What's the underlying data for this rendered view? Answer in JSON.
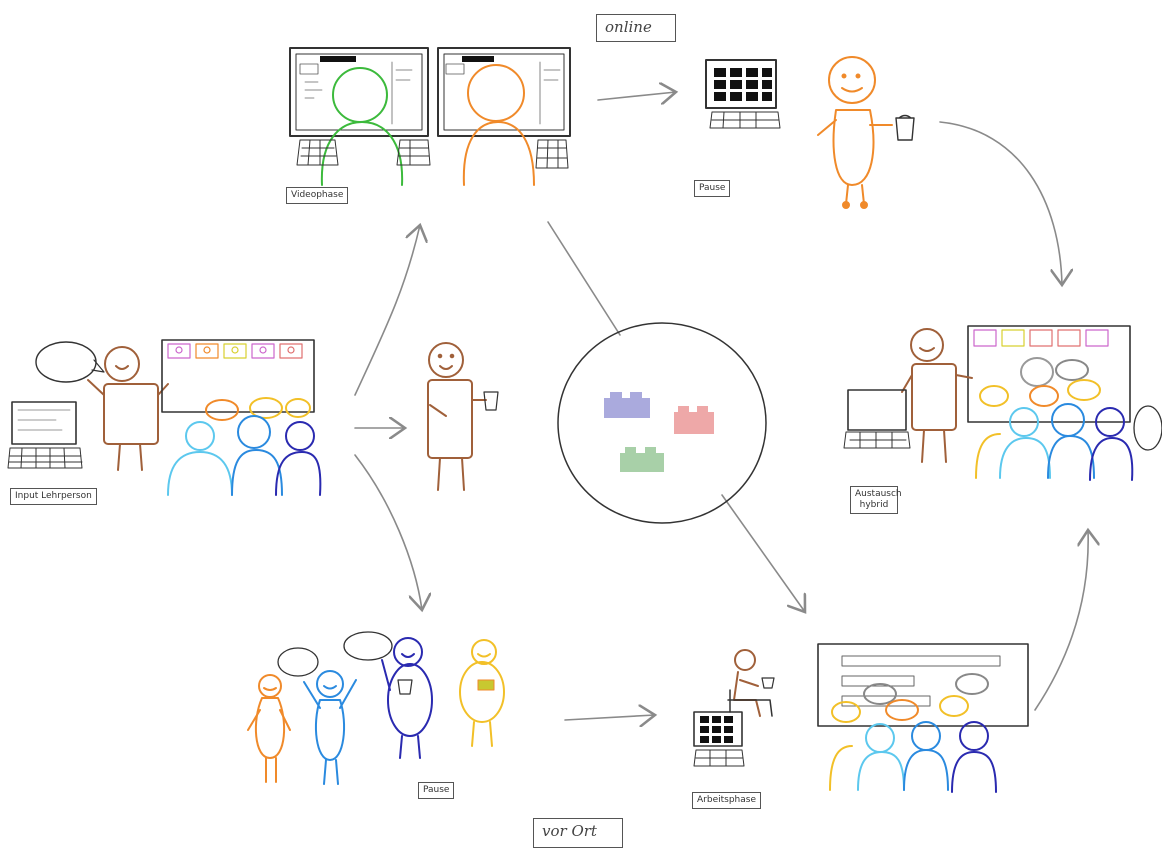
{
  "labels": {
    "online": "online",
    "vor_ort": "vor Ort",
    "videophase": "Videophase",
    "pause_online": "Pause",
    "input": "Input Lehrperson",
    "austausch": "Austausch hybrid",
    "pause_vor_ort": "Pause",
    "arbeitsphase": "Arbeitsphase"
  },
  "colors": {
    "ink": "#333333",
    "arrow": "#8a8a8a",
    "green": "#3cba3c",
    "orange": "#f08a2a",
    "brown": "#a0603a",
    "cyan": "#5cc8ee",
    "blue": "#3a5ed8",
    "navy": "#2a2ab0",
    "yellow": "#f2c028",
    "purple_block": "#aaaadd",
    "red_block": "#eea8a8",
    "green_block": "#a8d0a8"
  },
  "icons": [
    "laptop-icon",
    "keyboard-icon",
    "speech-bubble-icon",
    "coffee-cup-icon",
    "lego-brick-icon",
    "stick-figure-icon"
  ]
}
